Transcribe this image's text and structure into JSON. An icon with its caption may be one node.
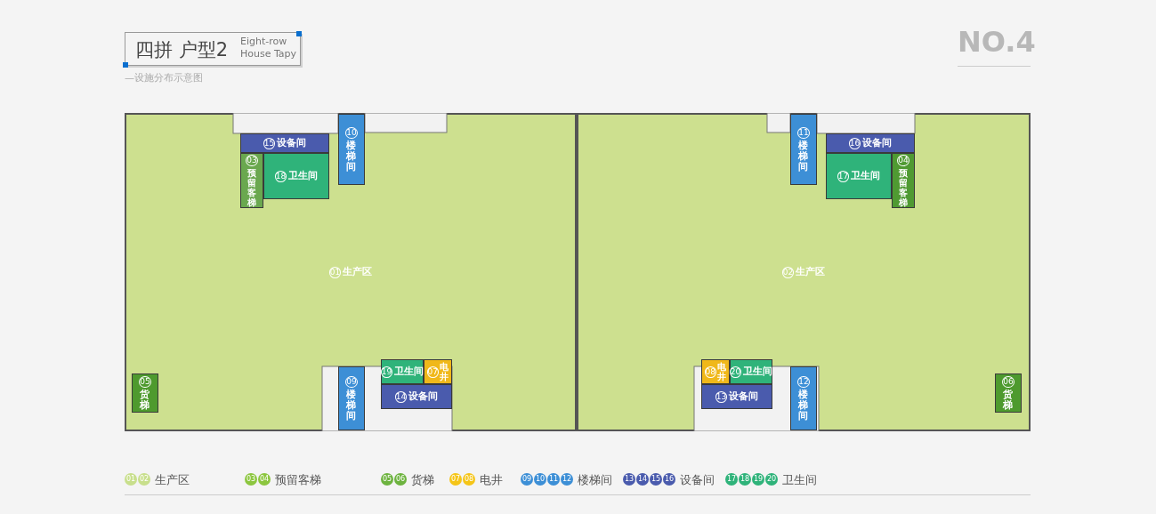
{
  "diagram": {
    "nodes": [
      {
        "text": [
          "01",
          "生产区"
        ]
      },
      {
        "text": [
          "02",
          "生产区"
        ]
      },
      {
        "text": [
          "03",
          "预留客梯"
        ],
        "in": 0
      },
      {
        "text": [
          "04",
          "预留客梯"
        ],
        "in": 1
      },
      {
        "text": [
          "05",
          "货梯"
        ],
        "in": 0
      },
      {
        "text": [
          "06",
          "货梯"
        ],
        "in": 1
      },
      {
        "text": [
          "07",
          "电井"
        ],
        "in": 0
      },
      {
        "text": [
          "08",
          "电井"
        ],
        "in": 1
      },
      {
        "text": [
          "09",
          "楼梯间"
        ],
        "in": 0
      },
      {
        "text": [
          "10",
          "楼梯间"
        ],
        "in": 0
      },
      {
        "text": [
          "11",
          "楼梯间"
        ],
        "in": 1
      },
      {
        "text": [
          "12",
          "楼梯间"
        ],
        "in": 1
      },
      {
        "text": [
          "13",
          "设备间"
        ],
        "in": 1
      },
      {
        "text": [
          "14",
          "设备间"
        ],
        "in": 0
      },
      {
        "text": [
          "15",
          "设备间"
        ],
        "in": 0
      },
      {
        "text": [
          "16",
          "设备间"
        ],
        "in": 1
      },
      {
        "text": [
          "17",
          "卫生间"
        ],
        "in": 1
      },
      {
        "text": [
          "18",
          "卫生间"
        ],
        "in": 0
      },
      {
        "text": [
          "19",
          "卫生间"
        ],
        "in": 0
      },
      {
        "text": [
          "20",
          "卫生间"
        ],
        "in": 1
      }
    ],
    "labels": [
      "四拼 户型2",
      "Eight-row House Tapy",
      "—设施分布示意图",
      "NO.4",
      "01",
      "02",
      "03",
      "04",
      "05",
      "06",
      "07",
      "08",
      "09",
      "10",
      "11",
      "12",
      "13",
      "14",
      "15",
      "16",
      "17",
      "18",
      "19",
      "20"
    ],
    "legend": [
      {
        "text": "生产区",
        "color": "#c8df8c"
      },
      {
        "text": "预留客梯",
        "color": "#8cc63f"
      },
      {
        "text": "货梯",
        "color": "#6db33f"
      },
      {
        "text": "电井",
        "color": "#f5c518"
      },
      {
        "text": "楼梯间",
        "color": "#3d8fd6"
      },
      {
        "text": "设备间",
        "color": "#4a5bad"
      },
      {
        "text": "卫生间",
        "color": "#2fb37a"
      }
    ]
  }
}
